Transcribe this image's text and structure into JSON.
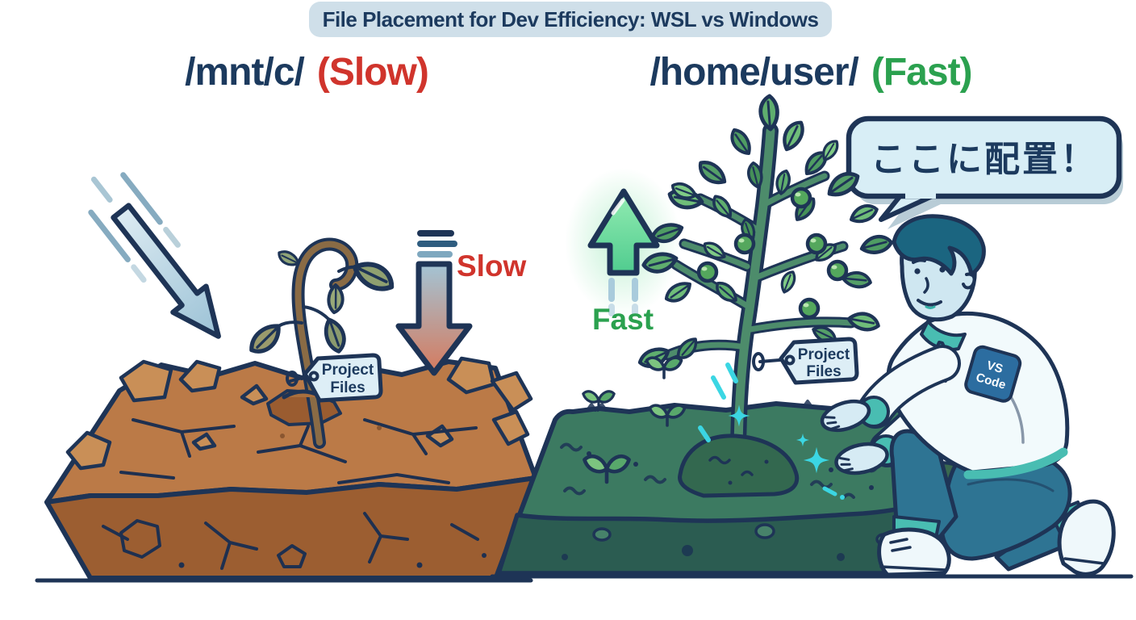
{
  "page": {
    "title": "File Placement for Dev Efficiency: WSL vs Windows"
  },
  "left": {
    "path": "/mnt/c/",
    "status": "(Slow)",
    "arrow_label": "Slow",
    "tag": {
      "line1": "Project",
      "line2": "Files"
    }
  },
  "right": {
    "path": "/home/user/",
    "status": "(Fast)",
    "arrow_label": "Fast",
    "tag": {
      "line1": "Project",
      "line2": "Files"
    },
    "speech_bubble": "ここに配置！",
    "badge": {
      "line1": "VS",
      "line2": "Code"
    }
  },
  "colors": {
    "outline": "#1e3456",
    "title_text": "#1c3a5e",
    "banner_bg": "#cfdfe9",
    "slow_red": "#d0342c",
    "fast_green": "#2ba14f",
    "dry_soil_top": "#bb7a47",
    "dry_soil_front": "#9c5e31",
    "rich_soil_top": "#3c7a61",
    "rich_soil_front": "#2b5c51",
    "bubble_bg": "#d8eef6",
    "tag_bg": "#ddeef6",
    "badge_bg": "#2c6da0",
    "sparkle": "#3bd6e3"
  }
}
